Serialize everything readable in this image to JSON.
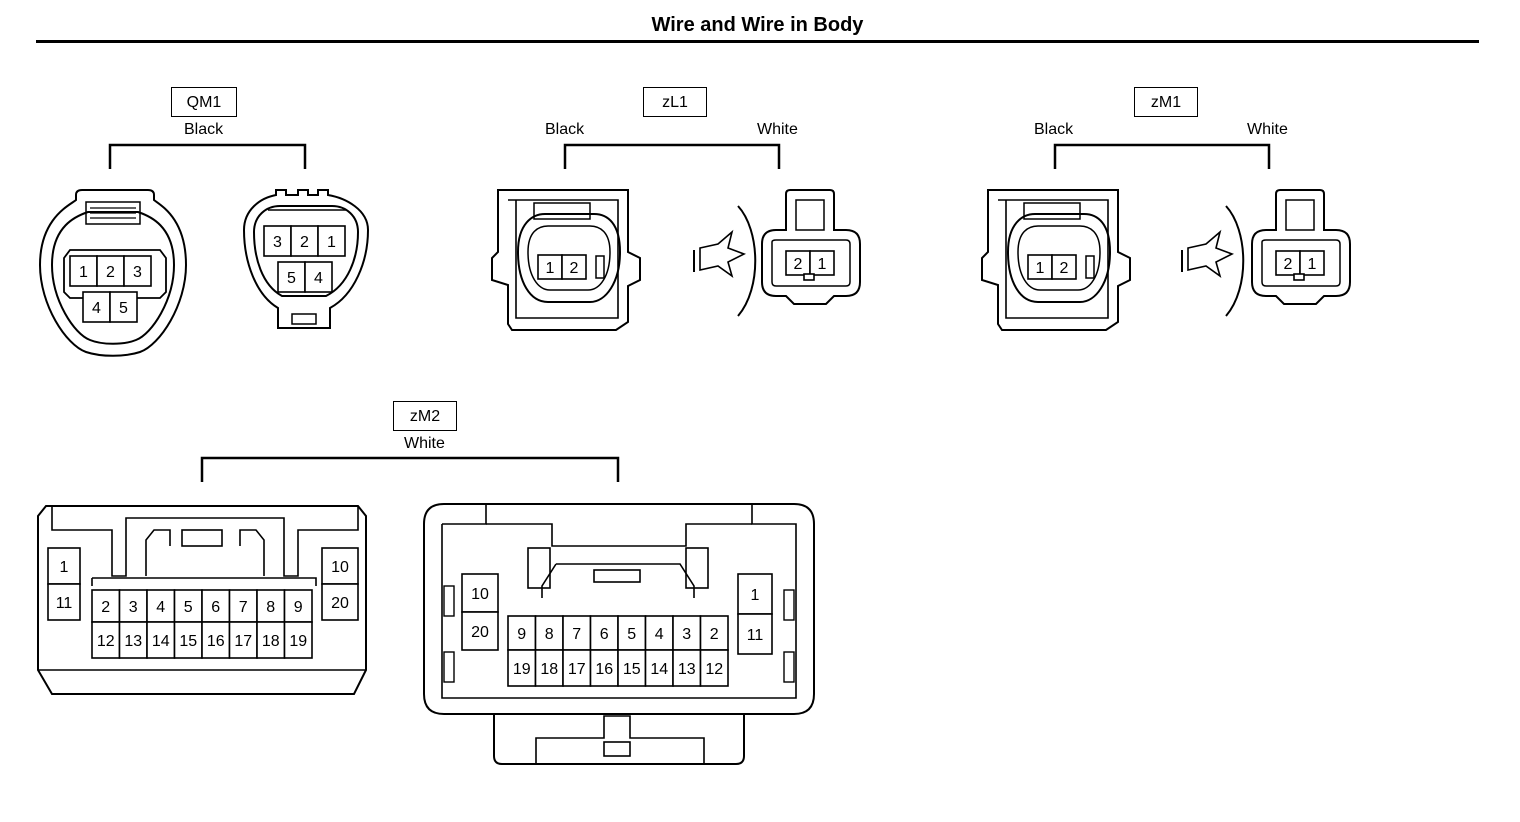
{
  "title": "Wire and Wire in Body",
  "connectors": {
    "QM1": {
      "code": "QM1",
      "color": "Black",
      "left_pins": [
        "1",
        "2",
        "3",
        "4",
        "5"
      ],
      "right_pins": [
        "3",
        "2",
        "1",
        "5",
        "4"
      ]
    },
    "zL1": {
      "code": "zL1",
      "left_color": "Black",
      "right_color": "White",
      "left_pins": [
        "1",
        "2"
      ],
      "right_pins": [
        "2",
        "1"
      ]
    },
    "zM1": {
      "code": "zM1",
      "left_color": "Black",
      "right_color": "White",
      "left_pins": [
        "1",
        "2"
      ],
      "right_pins": [
        "2",
        "1"
      ]
    },
    "zM2": {
      "code": "zM2",
      "color": "White",
      "left": {
        "left_col": [
          "1",
          "11"
        ],
        "right_col": [
          "10",
          "20"
        ],
        "top_row": [
          "2",
          "3",
          "4",
          "5",
          "6",
          "7",
          "8",
          "9"
        ],
        "bottom_row": [
          "12",
          "13",
          "14",
          "15",
          "16",
          "17",
          "18",
          "19"
        ]
      },
      "right": {
        "left_col": [
          "10",
          "20"
        ],
        "right_col": [
          "1",
          "11"
        ],
        "top_row": [
          "9",
          "8",
          "7",
          "6",
          "5",
          "4",
          "3",
          "2"
        ],
        "bottom_row": [
          "19",
          "18",
          "17",
          "16",
          "15",
          "14",
          "13",
          "12"
        ]
      }
    }
  }
}
